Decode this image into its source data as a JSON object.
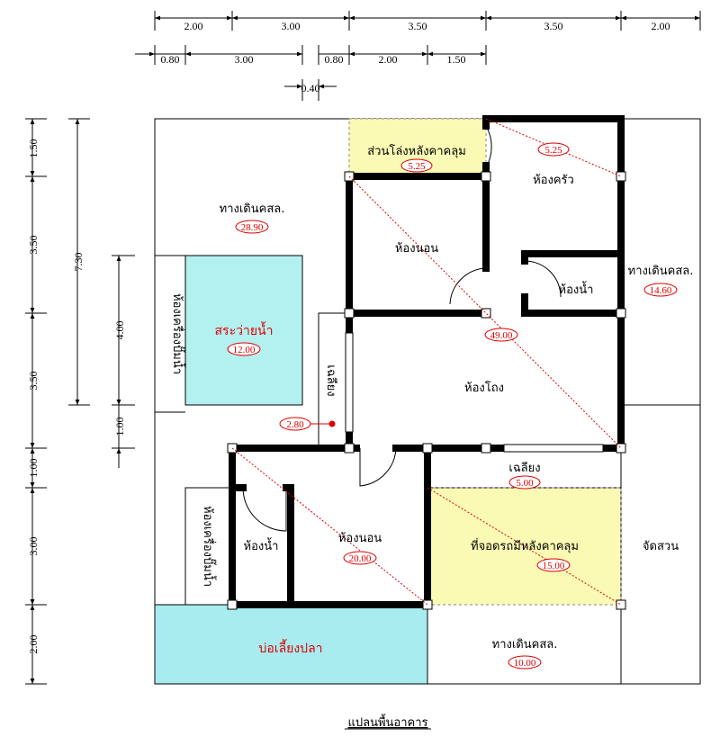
{
  "title": "แปลนพื้นอาคาร",
  "top_dims_row1": [
    "2.00",
    "3.00",
    "3.50",
    "3.50",
    "2.00"
  ],
  "top_dims_row2": [
    "0.80",
    "3.00",
    "0.80",
    "2.00",
    "1.50"
  ],
  "top_dim_small": "0.40",
  "left_dims_outer": [
    "1.50",
    "3.50",
    "3.50",
    "1.00",
    "3.00",
    "2.00"
  ],
  "left_dim_total": "7.30",
  "left_dims_inner": [
    "4.00",
    "1.00"
  ],
  "rooms": {
    "storage_roof": "ส่วนโล่งหลังคาคลุม",
    "kitchen": "ห้องครัว",
    "walkway_top": "ทางเดินคสล.",
    "bedroom_top": "ห้องนอน",
    "bath_top": "ห้องน้ำ",
    "walkway_right": "ทางเดินคสล.",
    "pump_room_left": "ห้องเครื่องปั๊มน้ำ",
    "pool": "สระว่ายน้ำ",
    "porch_side": "เฉลียง",
    "living": "ห้องโถง",
    "porch_bottom": "เฉลียง",
    "pump_room_bottom": "ห้องเครื่องปั๊มน้ำ",
    "bath_bottom": "ห้องน้ำ",
    "bedroom_bottom": "ห้องนอน",
    "carport": "ที่จอดรถมีหลังคาคลุม",
    "garden": "จัดสวน",
    "fishpond": "บ่อเลี้ยงปลา",
    "walkway_bottom": "ทางเดินคสล."
  },
  "areas": {
    "storage_roof": "5.25",
    "kitchen_diag": "5.25",
    "walkway_top": "28.90",
    "walkway_right": "14.60",
    "pool": "12.00",
    "living_diag": "49.00",
    "porch_point": "2.80",
    "porch_bottom": "5.00",
    "bedroom_bottom": "20.00",
    "carport": "15.00",
    "walkway_bottom": "10.00"
  },
  "colors": {
    "wall": "#000000",
    "pool": "#b3f0f0",
    "fishpond": "#a8ecf0",
    "yellow": "#fafab4",
    "red": "#e00000"
  }
}
